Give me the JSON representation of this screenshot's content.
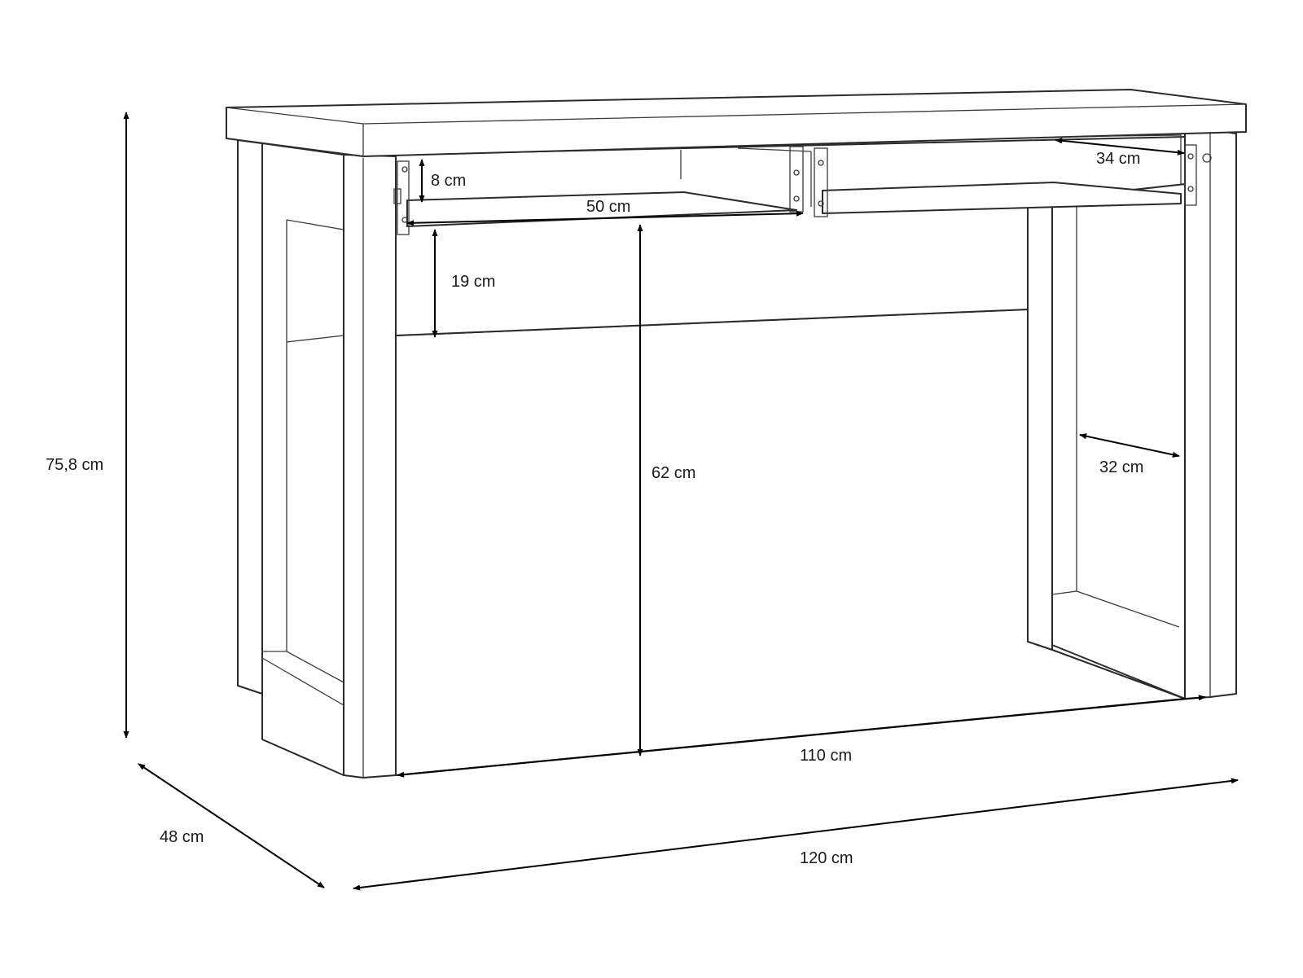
{
  "dimensions": {
    "total_height": "75,8 cm",
    "depth": "48 cm",
    "total_width": "120 cm",
    "inner_width": "110 cm",
    "knee_height": "62 cm",
    "drawer_height": "8 cm",
    "drawer_width": "50 cm",
    "front_panel_height": "19 cm",
    "drawer_depth": "34 cm",
    "leg_frame_depth": "32 cm"
  },
  "colors": {
    "line": "#2a2a2a",
    "text": "#1a1a1a",
    "background": "#ffffff"
  }
}
